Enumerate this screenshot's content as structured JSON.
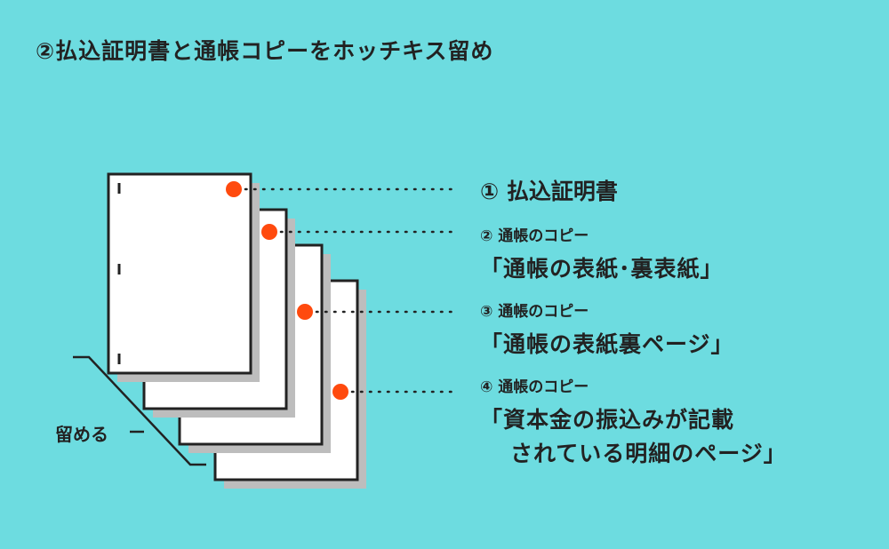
{
  "title": "②払込証明書と通帳コピーをホッチキス留め",
  "labels": {
    "item1": "① 払込証明書",
    "item2_head": "② 通帳のコピー",
    "item2_body": "「通帳の表紙･裏表紙」",
    "item3_head": "③ 通帳のコピー",
    "item3_body": "「通帳の表紙裏ページ」",
    "item4_head": "④ 通帳のコピー",
    "item4_body_line1": "「資本金の振込みが記載",
    "item4_body_line2": "されている明細のページ」"
  },
  "staple_label": "留める",
  "colors": {
    "background": "#6ddce0",
    "dot": "#ff4a0e",
    "ink": "#222222",
    "shadow": "#bdbdbd",
    "paper": "#ffffff"
  }
}
